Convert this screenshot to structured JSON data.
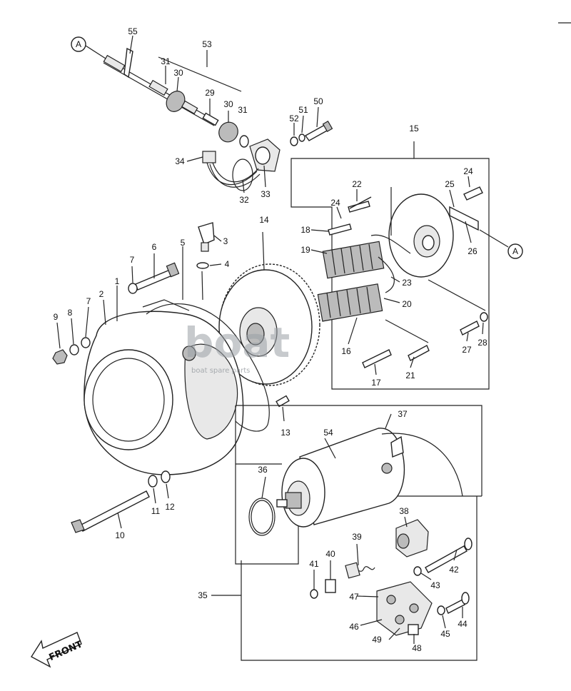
{
  "callouts": {
    "c1": "1",
    "c2": "2",
    "c3": "3",
    "c4": "4",
    "c5": "5",
    "c6": "6",
    "c7a": "7",
    "c7b": "7",
    "c8": "8",
    "c9": "9",
    "c10": "10",
    "c11": "11",
    "c12": "12",
    "c13": "13",
    "c14": "14",
    "c15": "15",
    "c16": "16",
    "c17": "17",
    "c18": "18",
    "c19": "19",
    "c20": "20",
    "c21": "21",
    "c22": "22",
    "c23": "23",
    "c24a": "24",
    "c24b": "24",
    "c25": "25",
    "c26": "26",
    "c27": "27",
    "c28": "28",
    "c29": "29",
    "c30a": "30",
    "c30b": "30",
    "c31a": "31",
    "c31b": "31",
    "c32": "32",
    "c33": "33",
    "c34": "34",
    "c35": "35",
    "c36": "36",
    "c37": "37",
    "c38": "38",
    "c39": "39",
    "c40": "40",
    "c41": "41",
    "c42": "42",
    "c43": "43",
    "c44": "44",
    "c45": "45",
    "c46": "46",
    "c47": "47",
    "c48": "48",
    "c49": "49",
    "c50": "50",
    "c51": "51",
    "c52": "52",
    "c53": "53",
    "c54": "54",
    "c55": "55"
  },
  "ref_marker_a1": "A",
  "ref_marker_a2": "A",
  "front_label": "FRONT",
  "watermark": {
    "main": "boat",
    "sub": "boat spare parts"
  }
}
